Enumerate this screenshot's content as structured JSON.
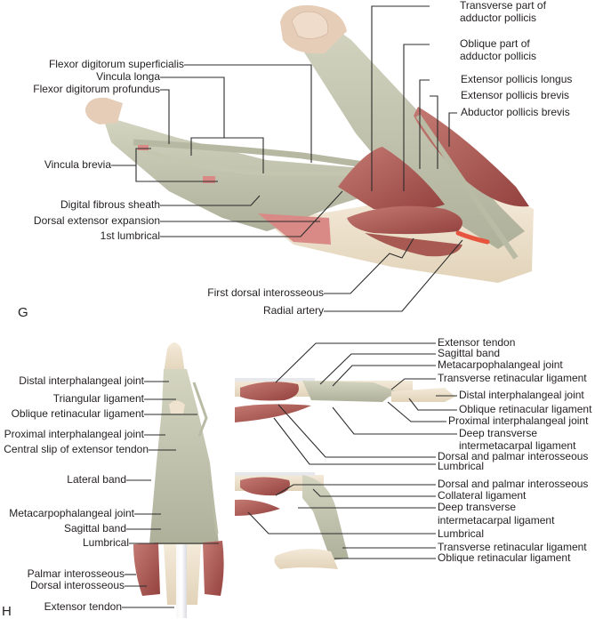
{
  "figure": {
    "panel_g": {
      "letter": "G",
      "labels": {
        "fds": "Flexor digitorum superficialis",
        "vincula_longa": "Vincula longa",
        "fdp": "Flexor digitorum profundus",
        "vincula_brevia": "Vincula brevia",
        "digital_fibrous_sheath": "Digital fibrous sheath",
        "dorsal_extensor_expansion": "Dorsal extensor expansion",
        "first_lumbrical": "1st lumbrical",
        "first_dorsal_interosseous": "First dorsal interosseous",
        "radial_artery": "Radial artery",
        "transverse_adductor_1": "Transverse part of",
        "transverse_adductor_2": "adductor pollicis",
        "oblique_adductor_1": "Oblique part of",
        "oblique_adductor_2": "adductor pollicis",
        "epl": "Extensor pollicis longus",
        "epb": "Extensor pollicis brevis",
        "apb": "Abductor pollicis brevis"
      }
    },
    "panel_h": {
      "letter": "H",
      "dorsal_labels": {
        "dip": "Distal interphalangeal joint",
        "triangular": "Triangular ligament",
        "oblique_ret": "Oblique retinacular ligament",
        "pip": "Proximal interphalangeal joint",
        "central_slip": "Central slip of extensor tendon",
        "lateral_band": "Lateral band",
        "mcp": "Metacarpophalangeal joint",
        "sagittal": "Sagittal band",
        "lumbrical": "Lumbrical",
        "palmar_int": "Palmar interosseous",
        "dorsal_int": "Dorsal interosseous",
        "extensor_tendon": "Extensor tendon"
      },
      "lateral_extended_labels": {
        "extensor_tendon": "Extensor tendon",
        "sagittal": "Sagittal band",
        "mcp": "Metacarpophalangeal joint",
        "transverse_ret": "Transverse retinacular ligament",
        "dip": "Distal interphalangeal joint",
        "oblique_ret": "Oblique retinacular ligament",
        "pip": "Proximal interphalangeal joint",
        "deep_transverse_1": "Deep transverse",
        "deep_transverse_2": "intermetacarpal ligament",
        "interosseous": "Dorsal and palmar interosseous",
        "lumbrical": "Lumbrical"
      },
      "lateral_flexed_labels": {
        "interosseous": "Dorsal and palmar interosseous",
        "collateral": "Collateral ligament",
        "deep_transverse_1": "Deep transverse",
        "deep_transverse_2": "intermetacarpal ligament",
        "lumbrical": "Lumbrical",
        "transverse_ret": "Transverse retinacular ligament",
        "oblique_ret": "Oblique retinacular ligament"
      }
    }
  },
  "colors": {
    "tendon": "#c9c9b4",
    "tendon_dark": "#a9ab93",
    "muscle": "#a9504d",
    "muscle_light": "#c97a74",
    "bone": "#efe3cf",
    "nail": "#e8cbb8",
    "artery": "#e8553f",
    "sheath_pink": "#d98a86"
  }
}
